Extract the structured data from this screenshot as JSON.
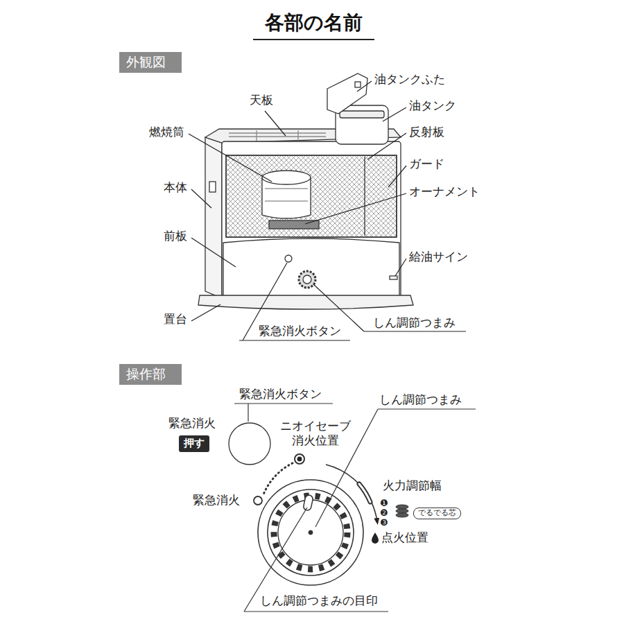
{
  "diagram": {
    "title": "各部の名前",
    "nodes": [
      {
        "text": [
          "外観図"
        ]
      },
      {
        "text": [
          "操作部"
        ]
      },
      {
        "text": [
          "押す"
        ]
      },
      {
        "text": [
          "でるでる芯"
        ]
      }
    ],
    "labels": [
      "油タンクふた",
      "天板",
      "油タンク",
      "燃焼筒",
      "反射板",
      "ガード",
      "本体",
      "オーナメント",
      "前板",
      "給油サイン",
      "置台",
      "緊急消火ボタン",
      "しん調節つまみ",
      "緊急消火ボタン",
      "しん調節つまみ",
      "緊急消火",
      "ニオイセーブ 消火位置",
      "火力調節幅",
      "緊急消火",
      "❶",
      "❷",
      "❸",
      "点火位置",
      "しん調節つまみの目印"
    ]
  }
}
